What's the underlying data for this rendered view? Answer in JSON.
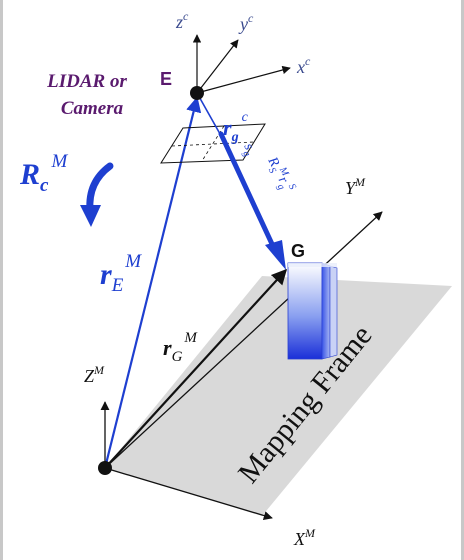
{
  "labels": {
    "sensor_title_line1": "LIDAR or",
    "sensor_title_line2": "Camera",
    "point_E": "E",
    "point_G": "G",
    "axis_zc": "z",
    "axis_zc_sup": "c",
    "axis_yc": "y",
    "axis_yc_sup": "c",
    "axis_xc": "x",
    "axis_xc_sup": "c",
    "rot_R": "R",
    "rot_R_sub": "c",
    "rot_R_sup": "M",
    "vec_rE": "r",
    "vec_rE_sub": "E",
    "vec_rE_sup": "M",
    "vec_rg": "r",
    "vec_rg_sub": "g",
    "vec_rg_sup": "c",
    "scale_s": "s",
    "scale_s_sub": "g",
    "rot_chain": "R",
    "rot_chain_sub": "S",
    "rot_chain_sup": "M",
    "rot_chain_r": "r",
    "rot_chain_r_sub": "g",
    "rot_chain_r_sup": "S",
    "vec_rG": "r",
    "vec_rG_sub": "G",
    "vec_rG_sup": "M",
    "axis_ZM": "Z",
    "axis_ZM_sup": "M",
    "axis_YM": "Y",
    "axis_YM_sup": "M",
    "axis_XM": "X",
    "axis_XM_sup": "M",
    "mapping_frame": "Mapping Frame"
  },
  "colors": {
    "sensor_title": "#5a1a6e",
    "blue": "#1e3fd0",
    "dark_blue": "#1a2a6e",
    "black": "#111111",
    "plane_gray": "#d9d9d9"
  }
}
